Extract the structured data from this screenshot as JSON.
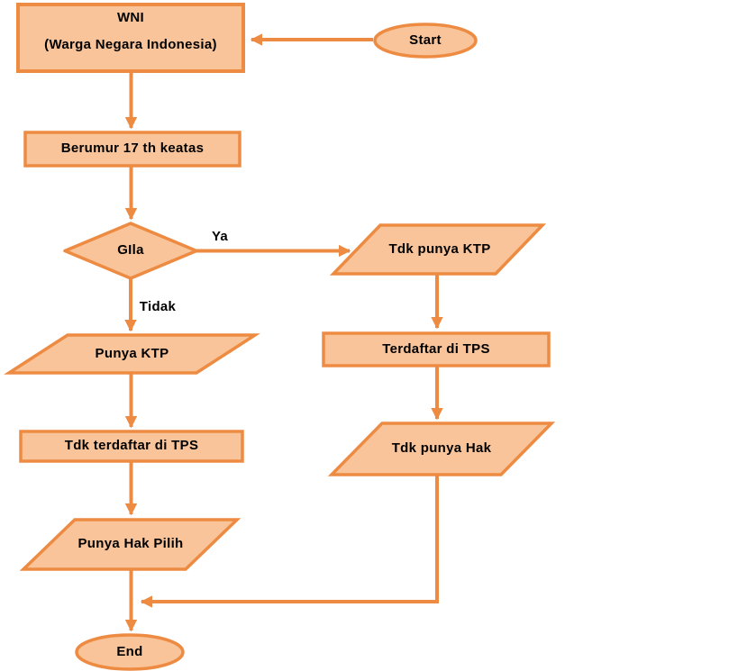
{
  "diagram": {
    "type": "flowchart",
    "colors": {
      "shape_fill": "#F9C499",
      "shape_stroke": "#ED8B43",
      "connector": "#ED8B43",
      "text": "#000000",
      "background": "#FFFFFF"
    },
    "nodes": {
      "start": {
        "type": "terminator-ellipse",
        "label": "Start"
      },
      "wni": {
        "type": "process-rect",
        "title": "WNI",
        "subtitle": "(Warga Negara Indonesia)"
      },
      "berumur": {
        "type": "process-rect",
        "label": "Berumur 17 th keatas"
      },
      "gila": {
        "type": "decision-diamond",
        "label": "GIla"
      },
      "tdk_punya_ktp": {
        "type": "io-parallelogram",
        "label": "Tdk punya KTP"
      },
      "punya_ktp": {
        "type": "io-parallelogram",
        "label": "Punya KTP"
      },
      "terdaftar_tps": {
        "type": "process-rect",
        "label": "Terdaftar di TPS"
      },
      "tdk_terdaftar_tps": {
        "type": "process-rect",
        "label": "Tdk terdaftar di TPS"
      },
      "tdk_punya_hak": {
        "type": "io-parallelogram",
        "label": "Tdk punya Hak"
      },
      "punya_hak_pilih": {
        "type": "io-parallelogram",
        "label": "Punya Hak Pilih"
      },
      "end": {
        "type": "terminator-ellipse",
        "label": "End"
      }
    },
    "edge_labels": {
      "yes": "Ya",
      "no": "Tidak"
    }
  }
}
